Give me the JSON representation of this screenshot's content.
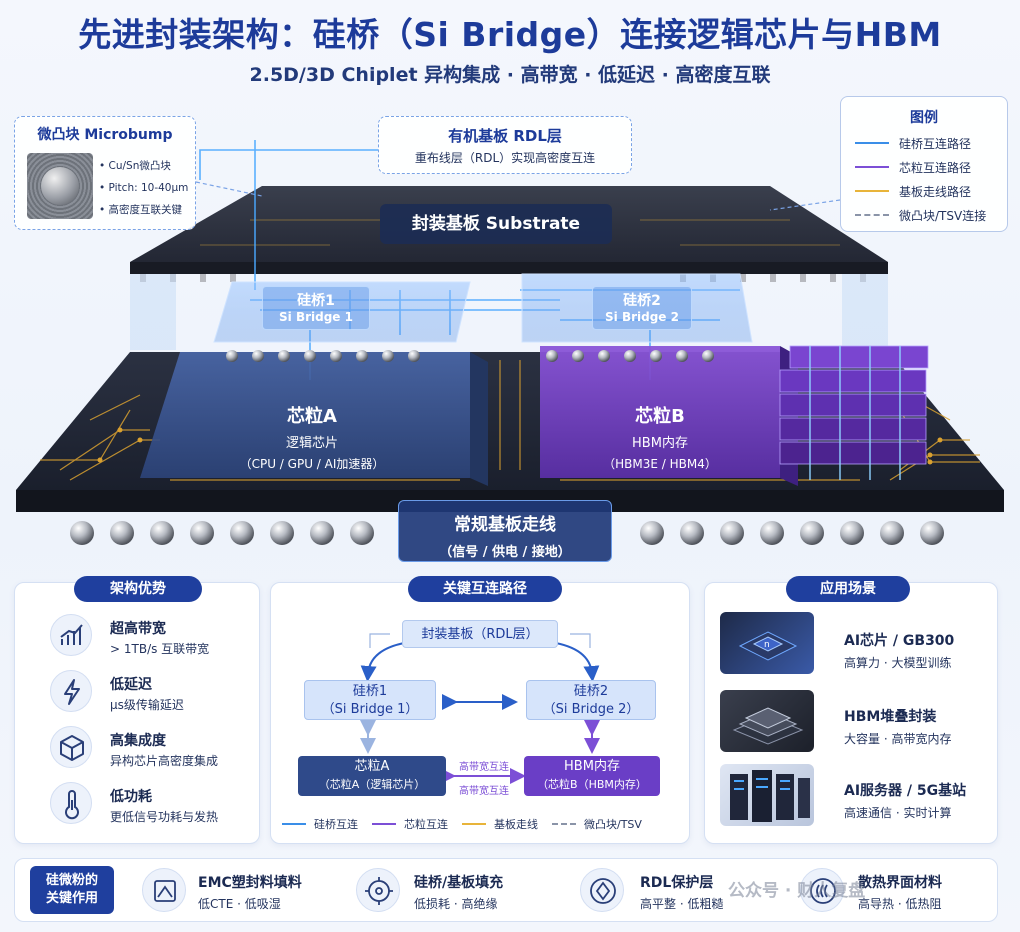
{
  "title": "先进封装架构：硅桥（Si Bridge）连接逻辑芯片与HBM",
  "subtitle": "2.5D/3D Chiplet 异构集成 · 高带宽 · 低延迟 · 高密度互联",
  "microbump": {
    "title": "微凸块 Microbump",
    "items": [
      "Cu/Sn微凸块",
      "Pitch: 10-40μm",
      "高密度互联关键"
    ]
  },
  "rdl_callout": {
    "title": "有机基板 RDL层",
    "desc": "重布线层（RDL）实现高密度互连"
  },
  "legend": {
    "title": "图例",
    "items": [
      {
        "label": "硅桥互连路径",
        "color": "#3a8ee8"
      },
      {
        "label": "芯粒互连路径",
        "color": "#7c4fd6"
      },
      {
        "label": "基板走线路径",
        "color": "#e8b43a"
      },
      {
        "label": "微凸块/TSV连接",
        "color": "#8a94a8"
      }
    ]
  },
  "diagram": {
    "substrate_label": "封装基板 Substrate",
    "bridge1": {
      "line1": "硅桥1",
      "line2": "Si Bridge 1"
    },
    "bridge2": {
      "line1": "硅桥2",
      "line2": "Si Bridge 2"
    },
    "chip_a": {
      "name": "芯粒A",
      "role": "逻辑芯片",
      "detail": "（CPU / GPU / AI加速器）"
    },
    "chip_b": {
      "name": "芯粒B",
      "role": "HBM内存",
      "detail": "（HBM3E / HBM4）"
    },
    "routing": {
      "line1": "常规基板走线",
      "line2": "（信号 / 供电 / 接地）"
    }
  },
  "advantages": {
    "badge": "架构优势",
    "items": [
      {
        "icon": "bar-chart-icon",
        "title": "超高带宽",
        "desc": "> 1TB/s 互联带宽"
      },
      {
        "icon": "lightning-icon",
        "title": "低延迟",
        "desc": "μs级传输延迟"
      },
      {
        "icon": "cube-icon",
        "title": "高集成度",
        "desc": "异构芯片高密度集成"
      },
      {
        "icon": "thermometer-icon",
        "title": "低功耗",
        "desc": "更低信号功耗与发热"
      }
    ]
  },
  "interconnect": {
    "badge": "关键互连路径",
    "substrate": "封装基板（RDL层）",
    "bridge1": {
      "line1": "硅桥1",
      "line2": "（Si Bridge 1）"
    },
    "bridge2": {
      "line1": "硅桥2",
      "line2": "（Si Bridge 2）"
    },
    "chip_a": {
      "line1": "芯粒A",
      "line2": "（芯粒A（逻辑芯片）"
    },
    "chip_b": {
      "line1": "HBM内存",
      "line2": "（芯粒B（HBM内存）"
    },
    "high_bw_top": "高带宽互连",
    "high_bw_bottom": "高带宽互连",
    "legend": [
      {
        "label": "硅桥互连",
        "color": "#3a8ee8"
      },
      {
        "label": "芯粒互连",
        "color": "#7c4fd6"
      },
      {
        "label": "基板走线",
        "color": "#e8b43a"
      },
      {
        "label": "微凸块/TSV",
        "color": "#8a94a8"
      }
    ]
  },
  "applications": {
    "badge": "应用场景",
    "items": [
      {
        "icon": "ai-chip-icon",
        "title": "AI芯片 / GB300",
        "desc": "高算力 · 大模型训练"
      },
      {
        "icon": "hbm-stack-icon",
        "title": "HBM堆叠封装",
        "desc": "大容量 · 高带宽内存"
      },
      {
        "icon": "server-rack-icon",
        "title": "AI服务器 / 5G基站",
        "desc": "高速通信 · 实时计算"
      }
    ]
  },
  "silica": {
    "badge_line1": "硅微粉的",
    "badge_line2": "关键作用",
    "items": [
      {
        "icon": "mold-icon",
        "title": "EMC塑封料填料",
        "desc": "低CTE · 低吸湿"
      },
      {
        "icon": "filler-icon",
        "title": "硅桥/基板填充",
        "desc": "低损耗 · 高绝缘"
      },
      {
        "icon": "protect-icon",
        "title": "RDL保护层",
        "desc": "高平整 · 低粗糙"
      },
      {
        "icon": "heat-icon",
        "title": "散热界面材料",
        "desc": "高导热 · 低热阻"
      }
    ]
  },
  "watermark": "公众号 · 财人复盘"
}
